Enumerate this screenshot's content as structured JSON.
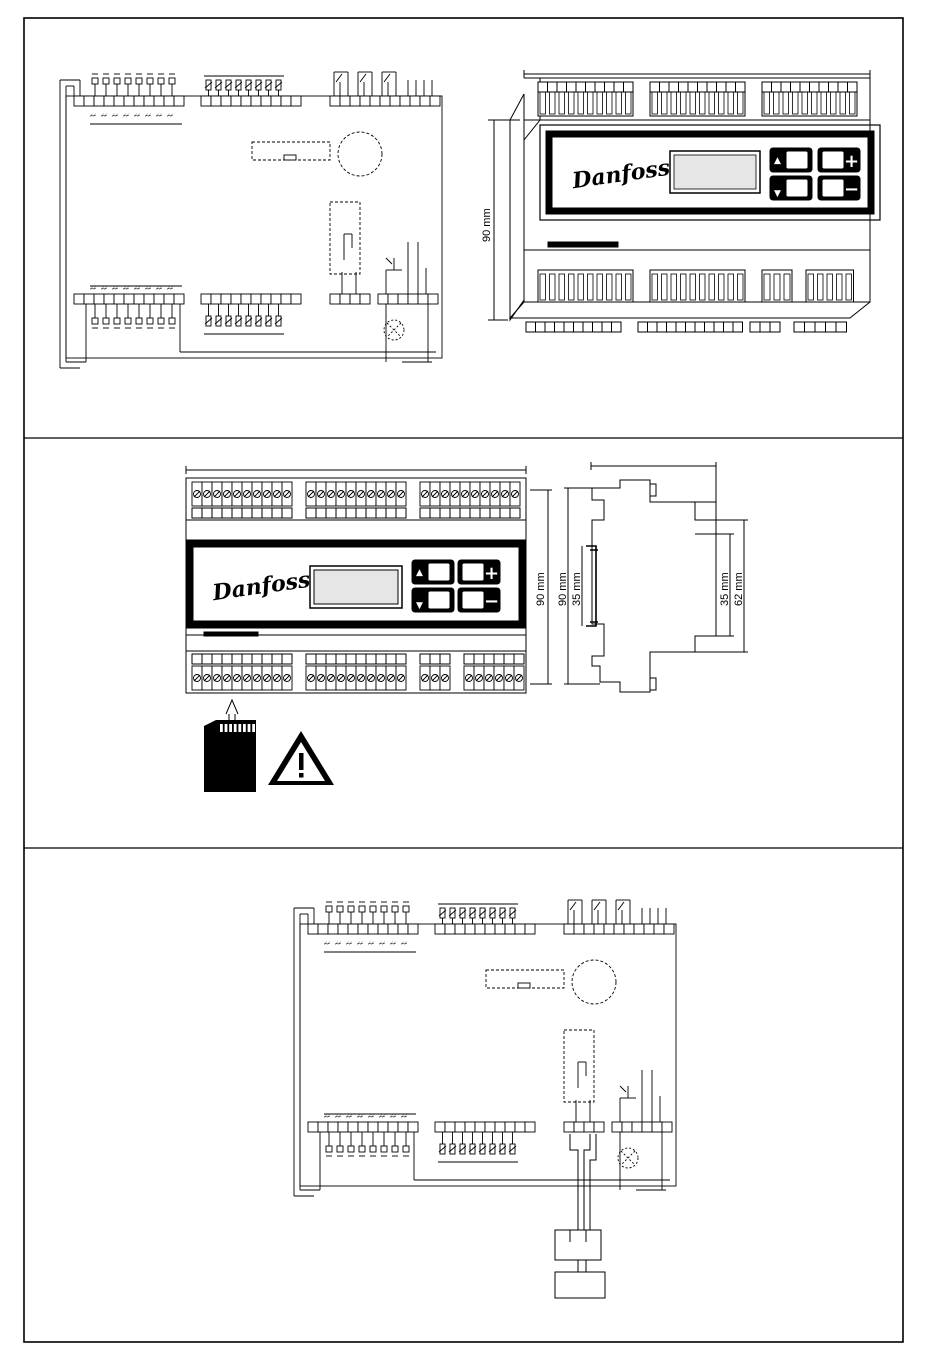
{
  "brand": "Danfoss",
  "dimensions": {
    "height_90": "90 mm",
    "rail_35": "35 mm",
    "depth_62": "62 mm"
  },
  "keys": {
    "up": "▲",
    "down": "▼",
    "plus": "+",
    "minus": "−"
  }
}
